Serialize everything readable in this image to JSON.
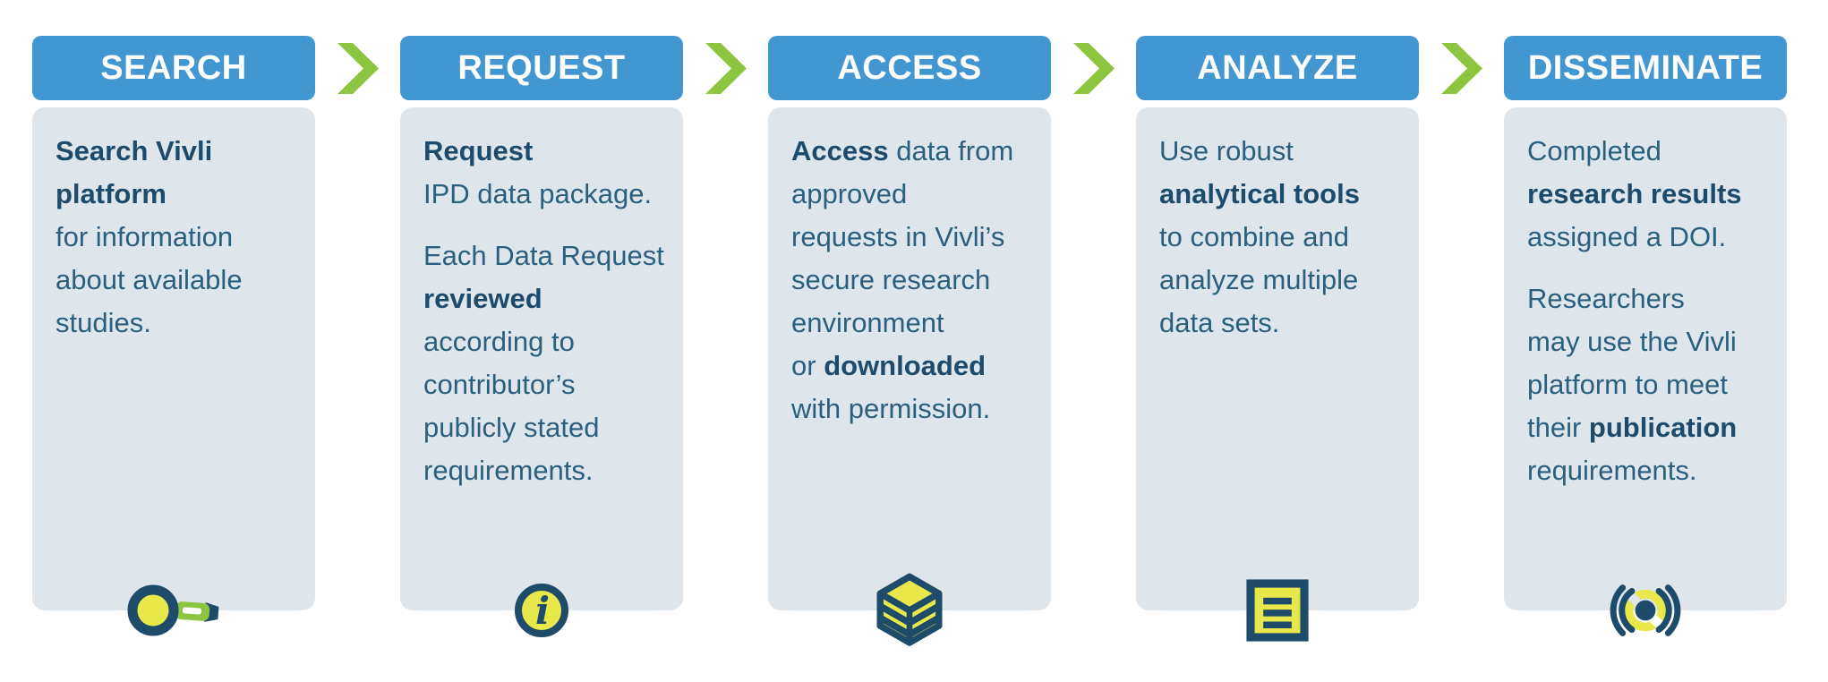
{
  "colors": {
    "header_bg": "#4397d1",
    "header_text": "#ffffff",
    "arrow_green": "#8cc540",
    "card_bg": "#dee6ec",
    "text_regular": "#2a607e",
    "text_bold": "#1d4b6b",
    "icon_navy": "#1d4b69",
    "icon_yellow": "#e9e84b",
    "page_bg": "#ffffff"
  },
  "steps": [
    {
      "id": "search",
      "label": "SEARCH",
      "icon": "magnifier-icon",
      "paragraphs": [
        {
          "lines": [
            [
              {
                "t": "Search Vivli",
                "b": true
              }
            ],
            [
              {
                "t": "platform",
                "b": true
              }
            ],
            [
              {
                "t": "for information"
              }
            ],
            [
              {
                "t": "about available"
              }
            ],
            [
              {
                "t": "studies."
              }
            ]
          ]
        }
      ]
    },
    {
      "id": "request",
      "label": "REQUEST",
      "icon": "info-icon",
      "paragraphs": [
        {
          "lines": [
            [
              {
                "t": "Request",
                "b": true
              }
            ],
            [
              {
                "t": "IPD data package."
              }
            ]
          ]
        },
        {
          "lines": [
            [
              {
                "t": "Each Data Request"
              }
            ],
            [
              {
                "t": "reviewed",
                "b": true
              }
            ],
            [
              {
                "t": "according to"
              }
            ],
            [
              {
                "t": "contributor’s"
              }
            ],
            [
              {
                "t": "publicly stated"
              }
            ],
            [
              {
                "t": "requirements."
              }
            ]
          ]
        }
      ]
    },
    {
      "id": "access",
      "label": "ACCESS",
      "icon": "data-cube-icon",
      "paragraphs": [
        {
          "lines": [
            [
              {
                "t": "Access",
                "b": true
              },
              {
                "t": " data from"
              }
            ],
            [
              {
                "t": "approved"
              }
            ],
            [
              {
                "t": "requests in Vivli’s"
              }
            ],
            [
              {
                "t": "secure research"
              }
            ],
            [
              {
                "t": "environment"
              }
            ],
            [
              {
                "t": "or "
              },
              {
                "t": "downloaded",
                "b": true
              }
            ],
            [
              {
                "t": "with permission."
              }
            ]
          ]
        }
      ]
    },
    {
      "id": "analyze",
      "label": "ANALYZE",
      "icon": "document-list-icon",
      "paragraphs": [
        {
          "lines": [
            [
              {
                "t": "Use robust"
              }
            ],
            [
              {
                "t": "analytical tools",
                "b": true
              }
            ],
            [
              {
                "t": "to combine and"
              }
            ],
            [
              {
                "t": "analyze multiple"
              }
            ],
            [
              {
                "t": "data sets."
              }
            ]
          ]
        }
      ]
    },
    {
      "id": "disseminate",
      "label": "DISSEMINATE",
      "icon": "broadcast-icon",
      "paragraphs": [
        {
          "lines": [
            [
              {
                "t": "Completed"
              }
            ],
            [
              {
                "t": "research results",
                "b": true
              }
            ],
            [
              {
                "t": "assigned a DOI."
              }
            ]
          ]
        },
        {
          "lines": [
            [
              {
                "t": "Researchers"
              }
            ],
            [
              {
                "t": "may use the Vivli"
              }
            ],
            [
              {
                "t": "platform to meet"
              }
            ],
            [
              {
                "t": "their "
              },
              {
                "t": "publication",
                "b": true
              }
            ],
            [
              {
                "t": "requirements."
              }
            ]
          ]
        }
      ]
    }
  ]
}
